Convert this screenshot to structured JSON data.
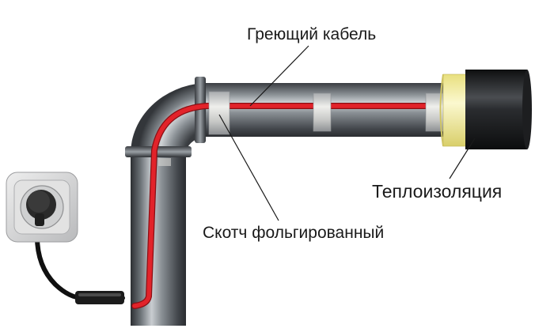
{
  "labels": {
    "heating_cable": "Греющий кабель",
    "insulation": "Теплоизоляция",
    "foil_tape": "Скотч фольгированный"
  },
  "colors": {
    "pipe_dark": "#2f3236",
    "pipe_mid": "#6f757b",
    "pipe_light": "#c9cdd1",
    "cable_red": "#e2232a",
    "tape_silver": "#d9d9d6",
    "insulation_yellow": "#f6f1a8",
    "insulation_black": "#151618",
    "plug_black": "#1c1c1c",
    "socket_grey": "#cfd0d1"
  },
  "icons": [
    "power-socket-icon",
    "plug-icon"
  ]
}
